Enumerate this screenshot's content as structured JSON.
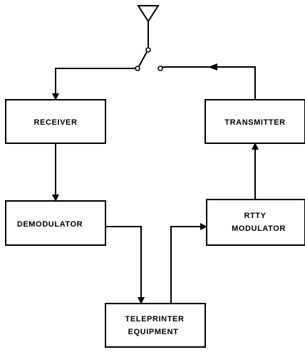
{
  "blocks": {
    "receiver": "RECEIVER",
    "transmitter": "TRANSMITTER",
    "demodulator": "DEMODULATOR",
    "rtty_modulator_line1": "RTTY",
    "rtty_modulator_line2": "MODULATOR",
    "teleprinter_line1": "TELEPRINTER",
    "teleprinter_line2": "EQUIPMENT"
  },
  "colors": {
    "line": "#000000",
    "background": "#ffffff"
  },
  "icons": {
    "antenna": "antenna-icon",
    "switch": "switch-icon"
  }
}
